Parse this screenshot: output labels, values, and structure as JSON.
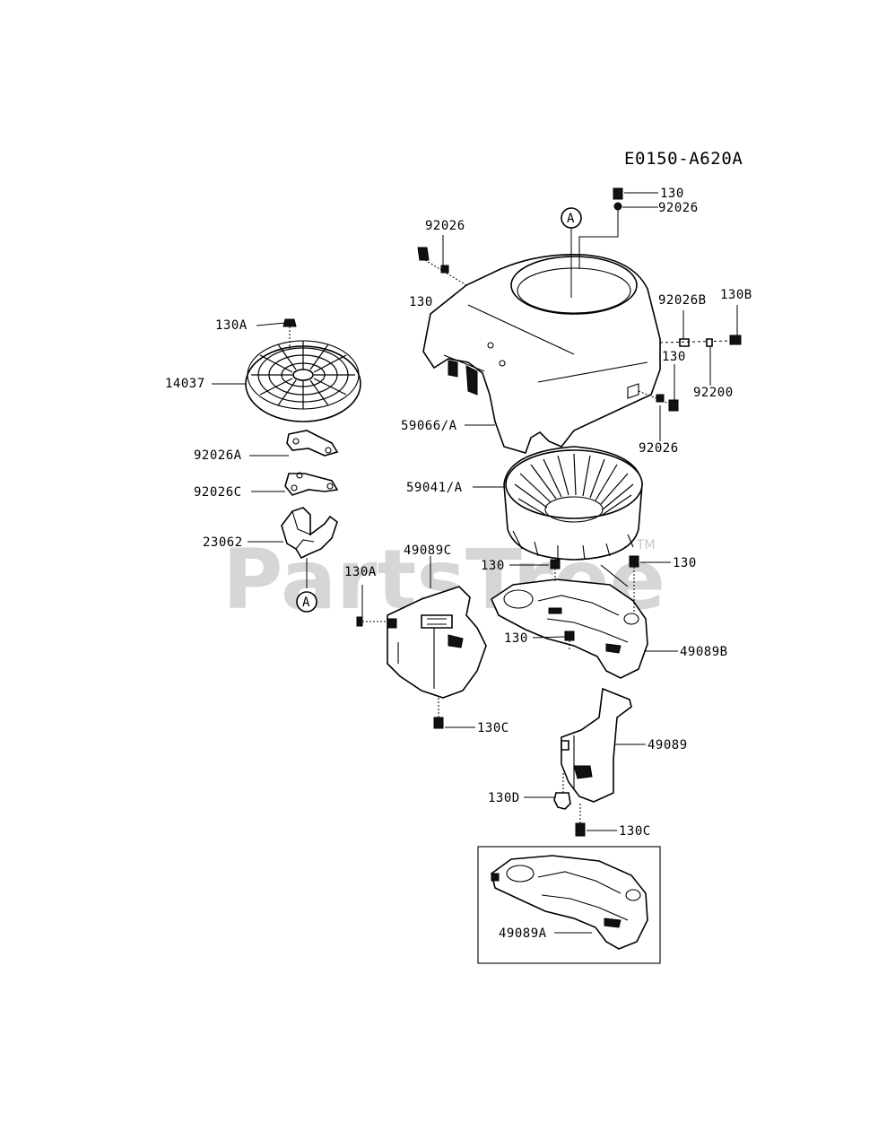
{
  "diagram": {
    "title": "E0150-A620A",
    "watermark": "PartsTree",
    "watermark_tm": "TM",
    "callouts": {
      "a_top": "A",
      "a_left": "A"
    },
    "labels": {
      "p130_top": "130",
      "p92026_top": "92026",
      "p92026_left": "92026",
      "p130_left": "130",
      "p92026b": "92026B",
      "p130b": "130B",
      "p130_right": "130",
      "p92200": "92200",
      "p92026_bottom": "92026",
      "p130a_top": "130A",
      "p14037": "14037",
      "p92026a": "92026A",
      "p92026c": "92026C",
      "p23062": "23062",
      "p59066a": "59066/A",
      "p59041a": "59041/A",
      "p49089c": "49089C",
      "p130a_mid": "130A",
      "p130_base_left": "130",
      "p130_base_right": "130",
      "p130_base_mid": "130",
      "p49089b": "49089B",
      "p130c_left": "130C",
      "p49089": "49089",
      "p130d": "130D",
      "p130c_right": "130C",
      "p49089a": "49089A"
    }
  }
}
